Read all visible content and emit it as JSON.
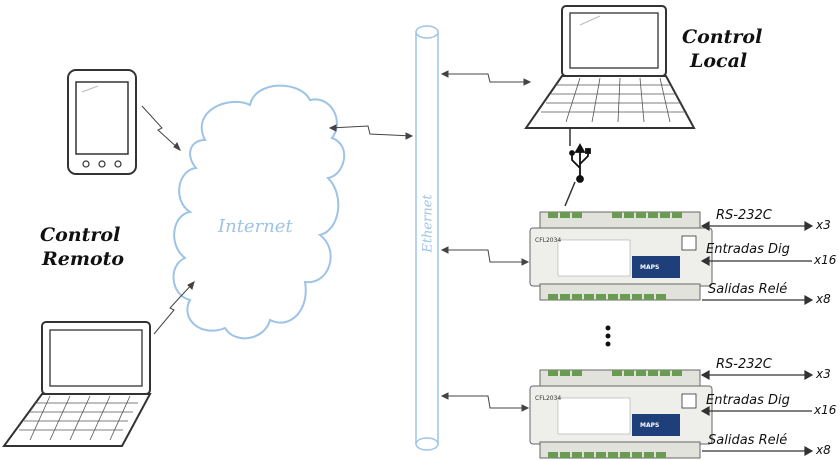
{
  "nodes": {
    "control_local": {
      "line1": "Control",
      "line2": "Local"
    },
    "control_remoto": {
      "line1": "Control",
      "line2": "Remoto"
    },
    "internet": "Internet",
    "ethernet": "Ethernet"
  },
  "devices": [
    {
      "model": "CFL2034",
      "brand": "MAPS",
      "io": [
        {
          "label": "RS-232C",
          "count": "x3"
        },
        {
          "label": "Entradas Dig",
          "count": "x16"
        },
        {
          "label": "Salidas Relé",
          "count": "x8"
        }
      ]
    },
    {
      "model": "CFL2034",
      "brand": "MAPS",
      "io": [
        {
          "label": "RS-232C",
          "count": "x3"
        },
        {
          "label": "Entradas Dig",
          "count": "x16"
        },
        {
          "label": "Salidas Relé",
          "count": "x8"
        }
      ]
    }
  ],
  "colors": {
    "accent_blue": "#9ec3e6",
    "line": "#444444"
  }
}
